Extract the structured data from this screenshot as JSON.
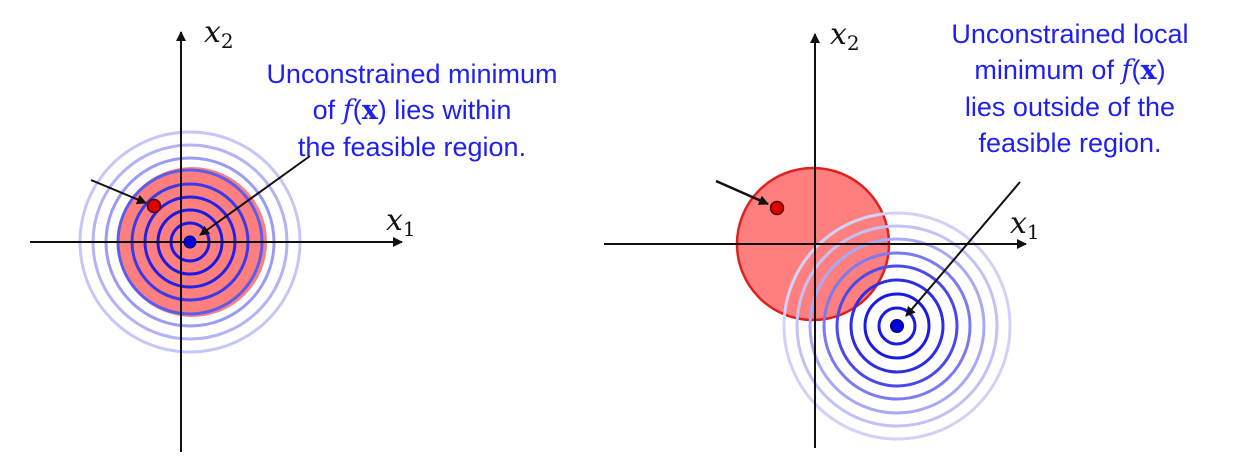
{
  "colors": {
    "feasible_fill": "#ff7f7f",
    "feasible_edge": "#e02020",
    "contour_dark": "#1a1ae6",
    "contour_mid": "#6b6bf0",
    "contour_light": "#b9b9f6",
    "minimum_point": "#0000dd",
    "feasible_point": "#dd0000",
    "annotation_text": "#1f1ff0",
    "axis": "#111111"
  },
  "panels": [
    {
      "axis_x_label": "x",
      "axis_x_sub": "1",
      "axis_y_label": "x",
      "axis_y_sub": "2",
      "note": {
        "line1": "Unconstrained minimum",
        "line2_pre": "of ",
        "line2_f": "f",
        "line2_open": "(",
        "line2_x": "x",
        "line2_close": ")",
        "line2_post": " lies within",
        "line3": "the feasible region."
      }
    },
    {
      "axis_x_label": "x",
      "axis_x_sub": "1",
      "axis_y_label": "x",
      "axis_y_sub": "2",
      "note": {
        "line1": "Unconstrained local",
        "line2_pre": "minimum of ",
        "line2_f": "f",
        "line2_open": "(",
        "line2_x": "x",
        "line2_close": ")",
        "line3": "lies outside of the",
        "line4": "feasible region."
      }
    }
  ]
}
